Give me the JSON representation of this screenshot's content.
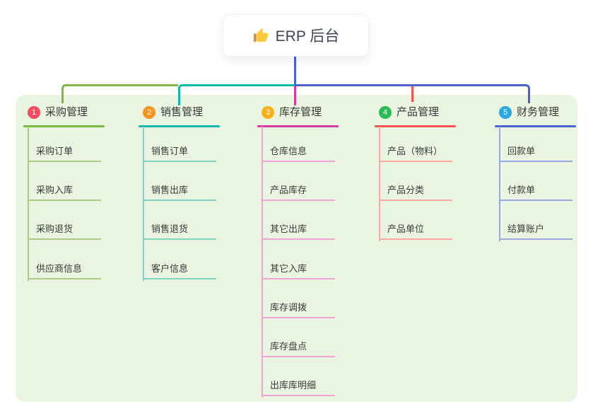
{
  "root": {
    "title": "ERP 后台",
    "icon": "thumbs-up-icon"
  },
  "branches": [
    {
      "num": "1",
      "title": "采购管理",
      "badge_color": "#F54A5F",
      "line_color": "#7CB93F",
      "child_line_color": "#A9CF82",
      "children": [
        "采购订单",
        "采购入库",
        "采购退货",
        "供应商信息"
      ]
    },
    {
      "num": "2",
      "title": "销售管理",
      "badge_color": "#F8941D",
      "line_color": "#11B7A7",
      "child_line_color": "#7FD4C8",
      "children": [
        "销售订单",
        "销售出库",
        "销售退货",
        "客户信息"
      ]
    },
    {
      "num": "3",
      "title": "库存管理",
      "badge_color": "#FBAE17",
      "line_color": "#D63AA2",
      "child_line_color": "#F0A2D2",
      "children": [
        "仓库信息",
        "产品库存",
        "其它出库",
        "其它入库",
        "库存调拨",
        "库存盘点",
        "出库库明细"
      ]
    },
    {
      "num": "4",
      "title": "产品管理",
      "badge_color": "#2ABD55",
      "line_color": "#F4534D",
      "child_line_color": "#F8A9A3",
      "children": [
        "产品（物料）",
        "产品分类",
        "产品单位"
      ]
    },
    {
      "num": "5",
      "title": "财务管理",
      "badge_color": "#2BA7E3",
      "line_color": "#4A61D2",
      "child_line_color": "#97A9E0",
      "children": [
        "回款单",
        "付款单",
        "结算账户"
      ]
    }
  ],
  "colors": {
    "canvas_bg": "#FFFFFF",
    "panel_bg": "#E9F5E1",
    "root_connector": "#4A61D2",
    "root_text": "#3D4653",
    "node_text": "#3A3A3A",
    "thumb_hand": "#FBC93D",
    "thumb_cuff": "#D29136"
  }
}
